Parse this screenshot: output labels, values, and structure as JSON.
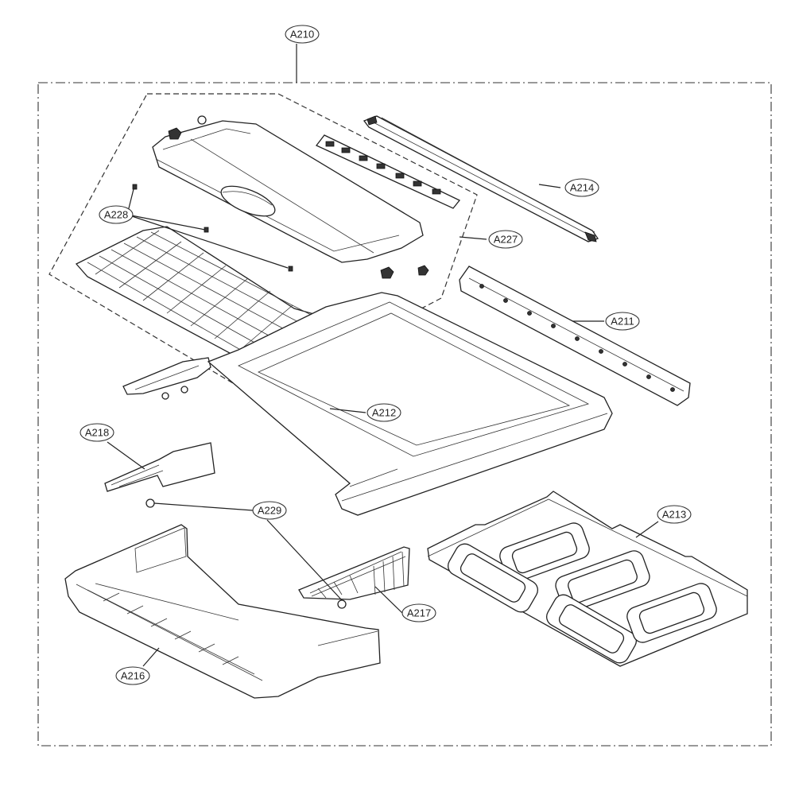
{
  "callouts": [
    {
      "id": "A210",
      "label": "A210"
    },
    {
      "id": "A214",
      "label": "A214"
    },
    {
      "id": "A228",
      "label": "A228"
    },
    {
      "id": "A227",
      "label": "A227"
    },
    {
      "id": "A211",
      "label": "A211"
    },
    {
      "id": "A212",
      "label": "A212"
    },
    {
      "id": "A218",
      "label": "A218"
    },
    {
      "id": "A229",
      "label": "A229"
    },
    {
      "id": "A213",
      "label": "A213"
    },
    {
      "id": "A217",
      "label": "A217"
    },
    {
      "id": "A216",
      "label": "A216"
    }
  ]
}
